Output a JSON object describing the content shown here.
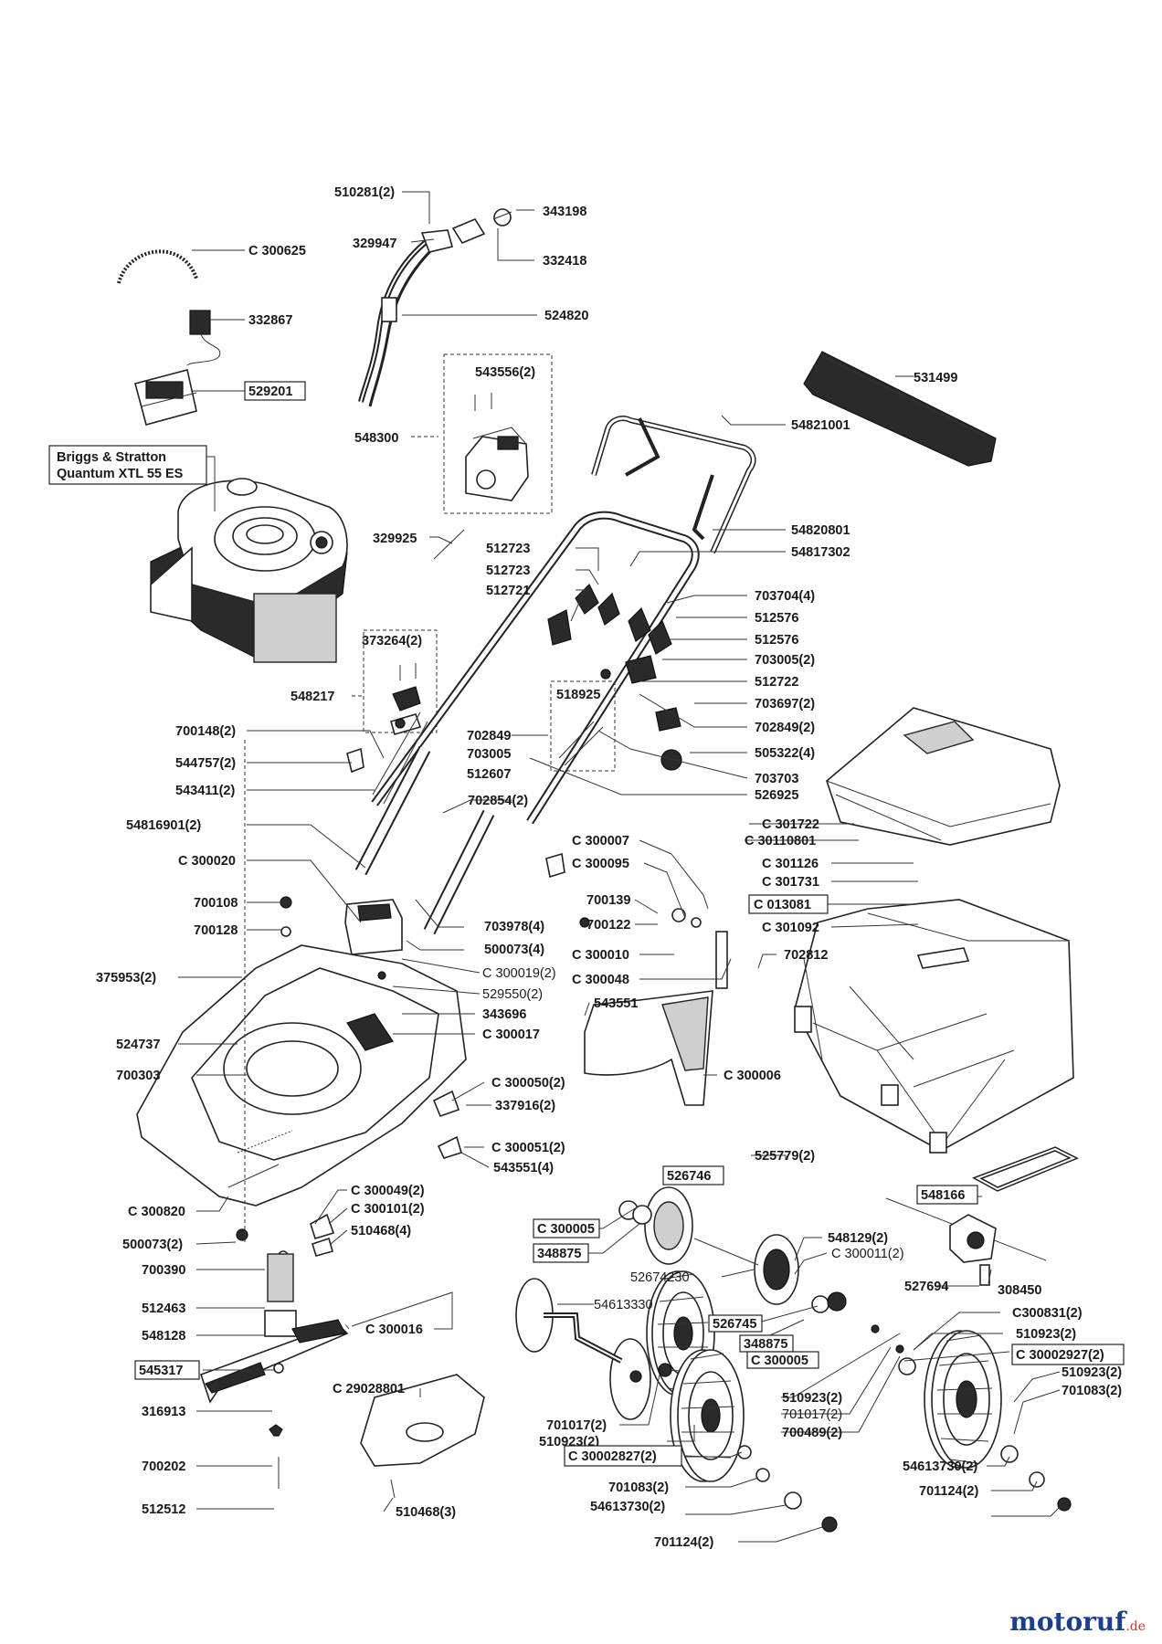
{
  "brand": {
    "name": "motoruf",
    "suffix": ".de"
  },
  "engine_box": {
    "line1": "Briggs & Stratton",
    "line2": "Quantum XTL 55 ES"
  },
  "parts": [
    {
      "id": "p1",
      "text": "510281(2)",
      "boxed": false
    },
    {
      "id": "p2",
      "text": "343198",
      "boxed": false
    },
    {
      "id": "p3",
      "text": "329947",
      "boxed": false
    },
    {
      "id": "p4",
      "text": "332418",
      "boxed": false
    },
    {
      "id": "p5",
      "text": "C 300625",
      "boxed": false
    },
    {
      "id": "p6",
      "text": "332867",
      "boxed": false
    },
    {
      "id": "p7",
      "text": "524820",
      "boxed": false
    },
    {
      "id": "p8",
      "text": "529201",
      "boxed": true
    },
    {
      "id": "p9",
      "text": "543556(2)",
      "boxed": false
    },
    {
      "id": "p10",
      "text": "531499",
      "boxed": false
    },
    {
      "id": "p11",
      "text": "548300",
      "boxed": false
    },
    {
      "id": "p12",
      "text": "54821001",
      "boxed": false
    },
    {
      "id": "p13",
      "text": "329925",
      "boxed": false
    },
    {
      "id": "p14",
      "text": "54820801",
      "boxed": false
    },
    {
      "id": "p15",
      "text": "512723",
      "boxed": false
    },
    {
      "id": "p16",
      "text": "54817302",
      "boxed": false
    },
    {
      "id": "p17",
      "text": "512723",
      "boxed": false
    },
    {
      "id": "p18",
      "text": "512721",
      "boxed": false
    },
    {
      "id": "p19",
      "text": "703704(4)",
      "boxed": false
    },
    {
      "id": "p20",
      "text": "512576",
      "boxed": false
    },
    {
      "id": "p21",
      "text": "373264(2)",
      "boxed": false
    },
    {
      "id": "p22",
      "text": "512576",
      "boxed": false
    },
    {
      "id": "p23",
      "text": "703005(2)",
      "boxed": false
    },
    {
      "id": "p24",
      "text": "548217",
      "boxed": false
    },
    {
      "id": "p25",
      "text": "512722",
      "boxed": false
    },
    {
      "id": "p26",
      "text": "518925",
      "boxed": false
    },
    {
      "id": "p27",
      "text": "703697(2)",
      "boxed": false
    },
    {
      "id": "p28",
      "text": "700148(2)",
      "boxed": false
    },
    {
      "id": "p29",
      "text": "702849",
      "boxed": false
    },
    {
      "id": "p30",
      "text": "702849(2)",
      "boxed": false
    },
    {
      "id": "p31",
      "text": "703005",
      "boxed": false
    },
    {
      "id": "p32",
      "text": "505322(4)",
      "boxed": false
    },
    {
      "id": "p33",
      "text": "544757(2)",
      "boxed": false
    },
    {
      "id": "p34",
      "text": "512607",
      "boxed": false
    },
    {
      "id": "p35",
      "text": "703703",
      "boxed": false
    },
    {
      "id": "p36",
      "text": "543411(2)",
      "boxed": false
    },
    {
      "id": "p37",
      "text": "526925",
      "boxed": false
    },
    {
      "id": "p38",
      "text": "702854(2)",
      "boxed": false
    },
    {
      "id": "p39",
      "text": "C 301722",
      "boxed": false
    },
    {
      "id": "p40",
      "text": "54816901(2)",
      "boxed": false
    },
    {
      "id": "p41",
      "text": "C 30110801",
      "boxed": false
    },
    {
      "id": "p42",
      "text": "C 300007",
      "boxed": false
    },
    {
      "id": "p43",
      "text": "C 300020",
      "boxed": false
    },
    {
      "id": "p44",
      "text": "C 300095",
      "boxed": false
    },
    {
      "id": "p45",
      "text": "C 301126",
      "boxed": false
    },
    {
      "id": "p46",
      "text": "C 301731",
      "boxed": false
    },
    {
      "id": "p47",
      "text": "700108",
      "boxed": false
    },
    {
      "id": "p48",
      "text": "700139",
      "boxed": false
    },
    {
      "id": "p49",
      "text": "C 013081",
      "boxed": true
    },
    {
      "id": "p50",
      "text": "703978(4)",
      "boxed": false
    },
    {
      "id": "p51",
      "text": "700128",
      "boxed": false
    },
    {
      "id": "p52",
      "text": "700122",
      "boxed": false
    },
    {
      "id": "p53",
      "text": "C 301092",
      "boxed": false
    },
    {
      "id": "p54",
      "text": "500073(4)",
      "boxed": false
    },
    {
      "id": "p55",
      "text": "C 300010",
      "boxed": false
    },
    {
      "id": "p56",
      "text": "702812",
      "boxed": false
    },
    {
      "id": "p57",
      "text": "375953(2)",
      "boxed": false
    },
    {
      "id": "p58",
      "text": "C 300019(2)",
      "boxed": false,
      "thin": true
    },
    {
      "id": "p59",
      "text": "C 300048",
      "boxed": false
    },
    {
      "id": "p60",
      "text": "529550(2)",
      "boxed": false,
      "thin": true
    },
    {
      "id": "p61",
      "text": "543551",
      "boxed": false
    },
    {
      "id": "p62",
      "text": "343696",
      "boxed": false
    },
    {
      "id": "p63",
      "text": "524737",
      "boxed": false
    },
    {
      "id": "p64",
      "text": "C 300017",
      "boxed": false
    },
    {
      "id": "p65",
      "text": "700303",
      "boxed": false
    },
    {
      "id": "p66",
      "text": "C 300006",
      "boxed": false
    },
    {
      "id": "p67",
      "text": "C 300050(2)",
      "boxed": false
    },
    {
      "id": "p68",
      "text": "337916(2)",
      "boxed": false
    },
    {
      "id": "p69",
      "text": "C 300051(2)",
      "boxed": false
    },
    {
      "id": "p70",
      "text": "525779(2)",
      "boxed": false
    },
    {
      "id": "p71",
      "text": "543551(4)",
      "boxed": false
    },
    {
      "id": "p72",
      "text": "526746",
      "boxed": true
    },
    {
      "id": "p73",
      "text": "548166",
      "boxed": true
    },
    {
      "id": "p74",
      "text": "C 300049(2)",
      "boxed": false
    },
    {
      "id": "p75",
      "text": "C 300820",
      "boxed": false
    },
    {
      "id": "p76",
      "text": "C 300101(2)",
      "boxed": false
    },
    {
      "id": "p77",
      "text": "510468(4)",
      "boxed": false
    },
    {
      "id": "p78",
      "text": "C 300005",
      "boxed": true
    },
    {
      "id": "p79",
      "text": "548129(2)",
      "boxed": false
    },
    {
      "id": "p80",
      "text": "500073(2)",
      "boxed": false
    },
    {
      "id": "p81",
      "text": "348875",
      "boxed": true
    },
    {
      "id": "p82",
      "text": "C 300011(2)",
      "boxed": false,
      "thin": true
    },
    {
      "id": "p83",
      "text": "700390",
      "boxed": false
    },
    {
      "id": "p84",
      "text": "52674230",
      "boxed": false,
      "thin": true
    },
    {
      "id": "p85",
      "text": "527694",
      "boxed": false
    },
    {
      "id": "p86",
      "text": "308450",
      "boxed": false
    },
    {
      "id": "p87",
      "text": "512463",
      "boxed": false
    },
    {
      "id": "p88",
      "text": "54613330",
      "boxed": false,
      "thin": true
    },
    {
      "id": "p89",
      "text": "526745",
      "boxed": true
    },
    {
      "id": "p90",
      "text": "C300831(2)",
      "boxed": false
    },
    {
      "id": "p91",
      "text": "548128",
      "boxed": false
    },
    {
      "id": "p92",
      "text": "C 300016",
      "boxed": false
    },
    {
      "id": "p93",
      "text": "348875",
      "boxed": true
    },
    {
      "id": "p94",
      "text": "510923(2)",
      "boxed": false
    },
    {
      "id": "p95",
      "text": "C 300005",
      "boxed": true
    },
    {
      "id": "p96",
      "text": "C 30002927(2)",
      "boxed": true
    },
    {
      "id": "p97",
      "text": "545317",
      "boxed": true
    },
    {
      "id": "p98",
      "text": "510923(2)",
      "boxed": false
    },
    {
      "id": "p99",
      "text": "701083(2)",
      "boxed": false
    },
    {
      "id": "p100",
      "text": "C 29028801",
      "boxed": false
    },
    {
      "id": "p101",
      "text": "701017(2)",
      "boxed": false
    },
    {
      "id": "p102",
      "text": "510923(2)",
      "boxed": false
    },
    {
      "id": "p103",
      "text": "701017(2)",
      "boxed": false,
      "thin": true
    },
    {
      "id": "p104",
      "text": "316913",
      "boxed": false
    },
    {
      "id": "p105",
      "text": "510923(2)",
      "boxed": false
    },
    {
      "id": "p106",
      "text": "700489(2)",
      "boxed": false
    },
    {
      "id": "p107",
      "text": "C 30002827(2)",
      "boxed": true
    },
    {
      "id": "p108",
      "text": "54613730(2)",
      "boxed": false
    },
    {
      "id": "p109",
      "text": "700202",
      "boxed": false
    },
    {
      "id": "p110",
      "text": "701083(2)",
      "boxed": false
    },
    {
      "id": "p111",
      "text": "701124(2)",
      "boxed": false
    },
    {
      "id": "p112",
      "text": "54613730(2)",
      "boxed": false
    },
    {
      "id": "p113",
      "text": "512512",
      "boxed": false
    },
    {
      "id": "p114",
      "text": "510468(3)",
      "boxed": false
    },
    {
      "id": "p115",
      "text": "701124(2)",
      "boxed": false
    }
  ]
}
